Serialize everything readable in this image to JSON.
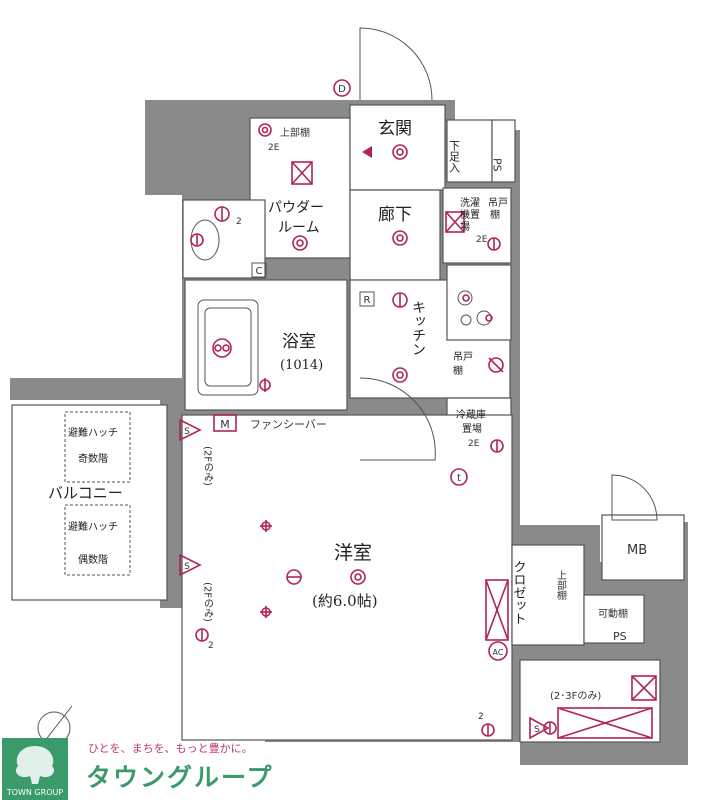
{
  "rooms": {
    "entrance": "玄関",
    "shoe_box": "下足入",
    "ps_top": "PS",
    "powder_room": [
      "パウダー",
      "ルーム"
    ],
    "upper_shelf_top": "上部棚",
    "hallway": "廊下",
    "washer": [
      "洗濯",
      "機置",
      "場"
    ],
    "hanging_shelf_1": [
      "吊戸",
      "棚"
    ],
    "bathroom": "浴室",
    "bathroom_size": "(1014)",
    "kitchen": "キッチン",
    "hanging_shelf_2": [
      "吊戸",
      "棚"
    ],
    "fridge": [
      "冷蔵庫",
      "置場"
    ],
    "fancy_bar": "ファンシーバー",
    "hatch_odd": [
      "避難ハッチ",
      "奇数階"
    ],
    "balcony": "バルコニー",
    "hatch_even": [
      "避難ハッチ",
      "偶数階"
    ],
    "floor2_only_a": "(2Fのみ)",
    "floor2_only_b": "(2Fのみ)",
    "western_room": "洋室",
    "western_room_size": "(約6.0帖)",
    "closet": "クロゼット",
    "upper_shelf_closet": "上部棚",
    "movable_shelf": "可動棚",
    "ps_bottom": "PS",
    "mb": "MB",
    "floor23_only": "(2･3Fのみ)"
  },
  "symbols": {
    "d": "D",
    "c": "C",
    "r": "R",
    "m": "M",
    "t": "t",
    "ac": "AC",
    "s": "S",
    "e2": "2E",
    "two": "2"
  },
  "logo": {
    "tagline": "ひとを、まちを、もっと豊かに。",
    "brand": "タウングループ",
    "badge_text": "TOWN GROUP"
  },
  "colors": {
    "accent": "#b0245a",
    "wall": "#8a8a8a",
    "brand_green": "#3a9a6a"
  }
}
